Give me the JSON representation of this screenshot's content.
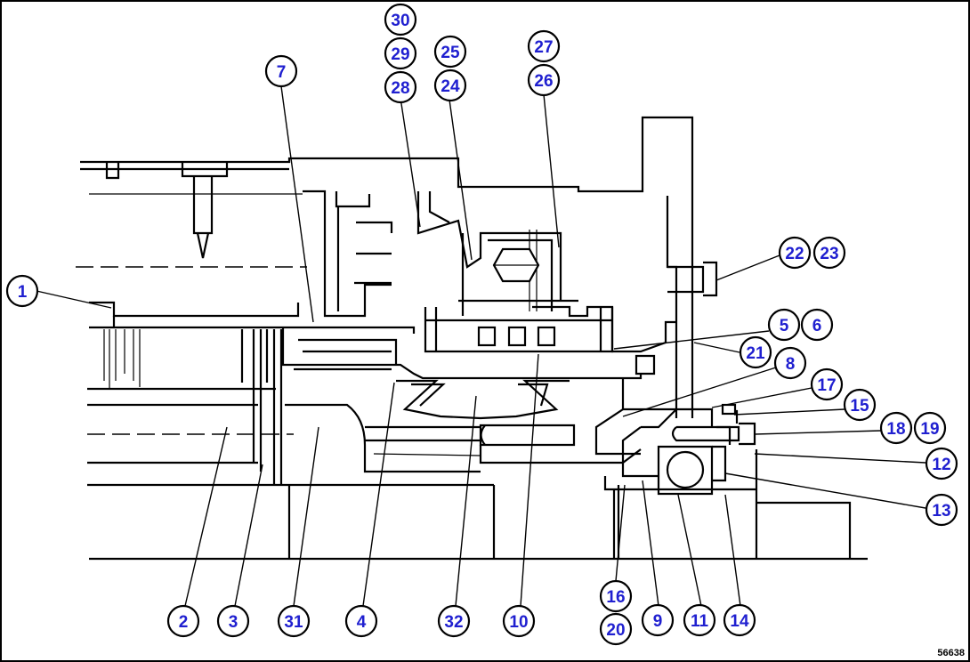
{
  "figure_code": "56638",
  "colors": {
    "callout_text": "#2020d0",
    "line": "#000000",
    "background": "#ffffff"
  },
  "callouts": [
    {
      "label": "30"
    },
    {
      "label": "29"
    },
    {
      "label": "28"
    },
    {
      "label": "25"
    },
    {
      "label": "24"
    },
    {
      "label": "27"
    },
    {
      "label": "26"
    },
    {
      "label": "7"
    },
    {
      "label": "1"
    },
    {
      "label": "22"
    },
    {
      "label": "23"
    },
    {
      "label": "5"
    },
    {
      "label": "6"
    },
    {
      "label": "21"
    },
    {
      "label": "8"
    },
    {
      "label": "17"
    },
    {
      "label": "15"
    },
    {
      "label": "18"
    },
    {
      "label": "19"
    },
    {
      "label": "12"
    },
    {
      "label": "13"
    },
    {
      "label": "2"
    },
    {
      "label": "3"
    },
    {
      "label": "31"
    },
    {
      "label": "4"
    },
    {
      "label": "32"
    },
    {
      "label": "10"
    },
    {
      "label": "16"
    },
    {
      "label": "20"
    },
    {
      "label": "9"
    },
    {
      "label": "11"
    },
    {
      "label": "14"
    }
  ]
}
